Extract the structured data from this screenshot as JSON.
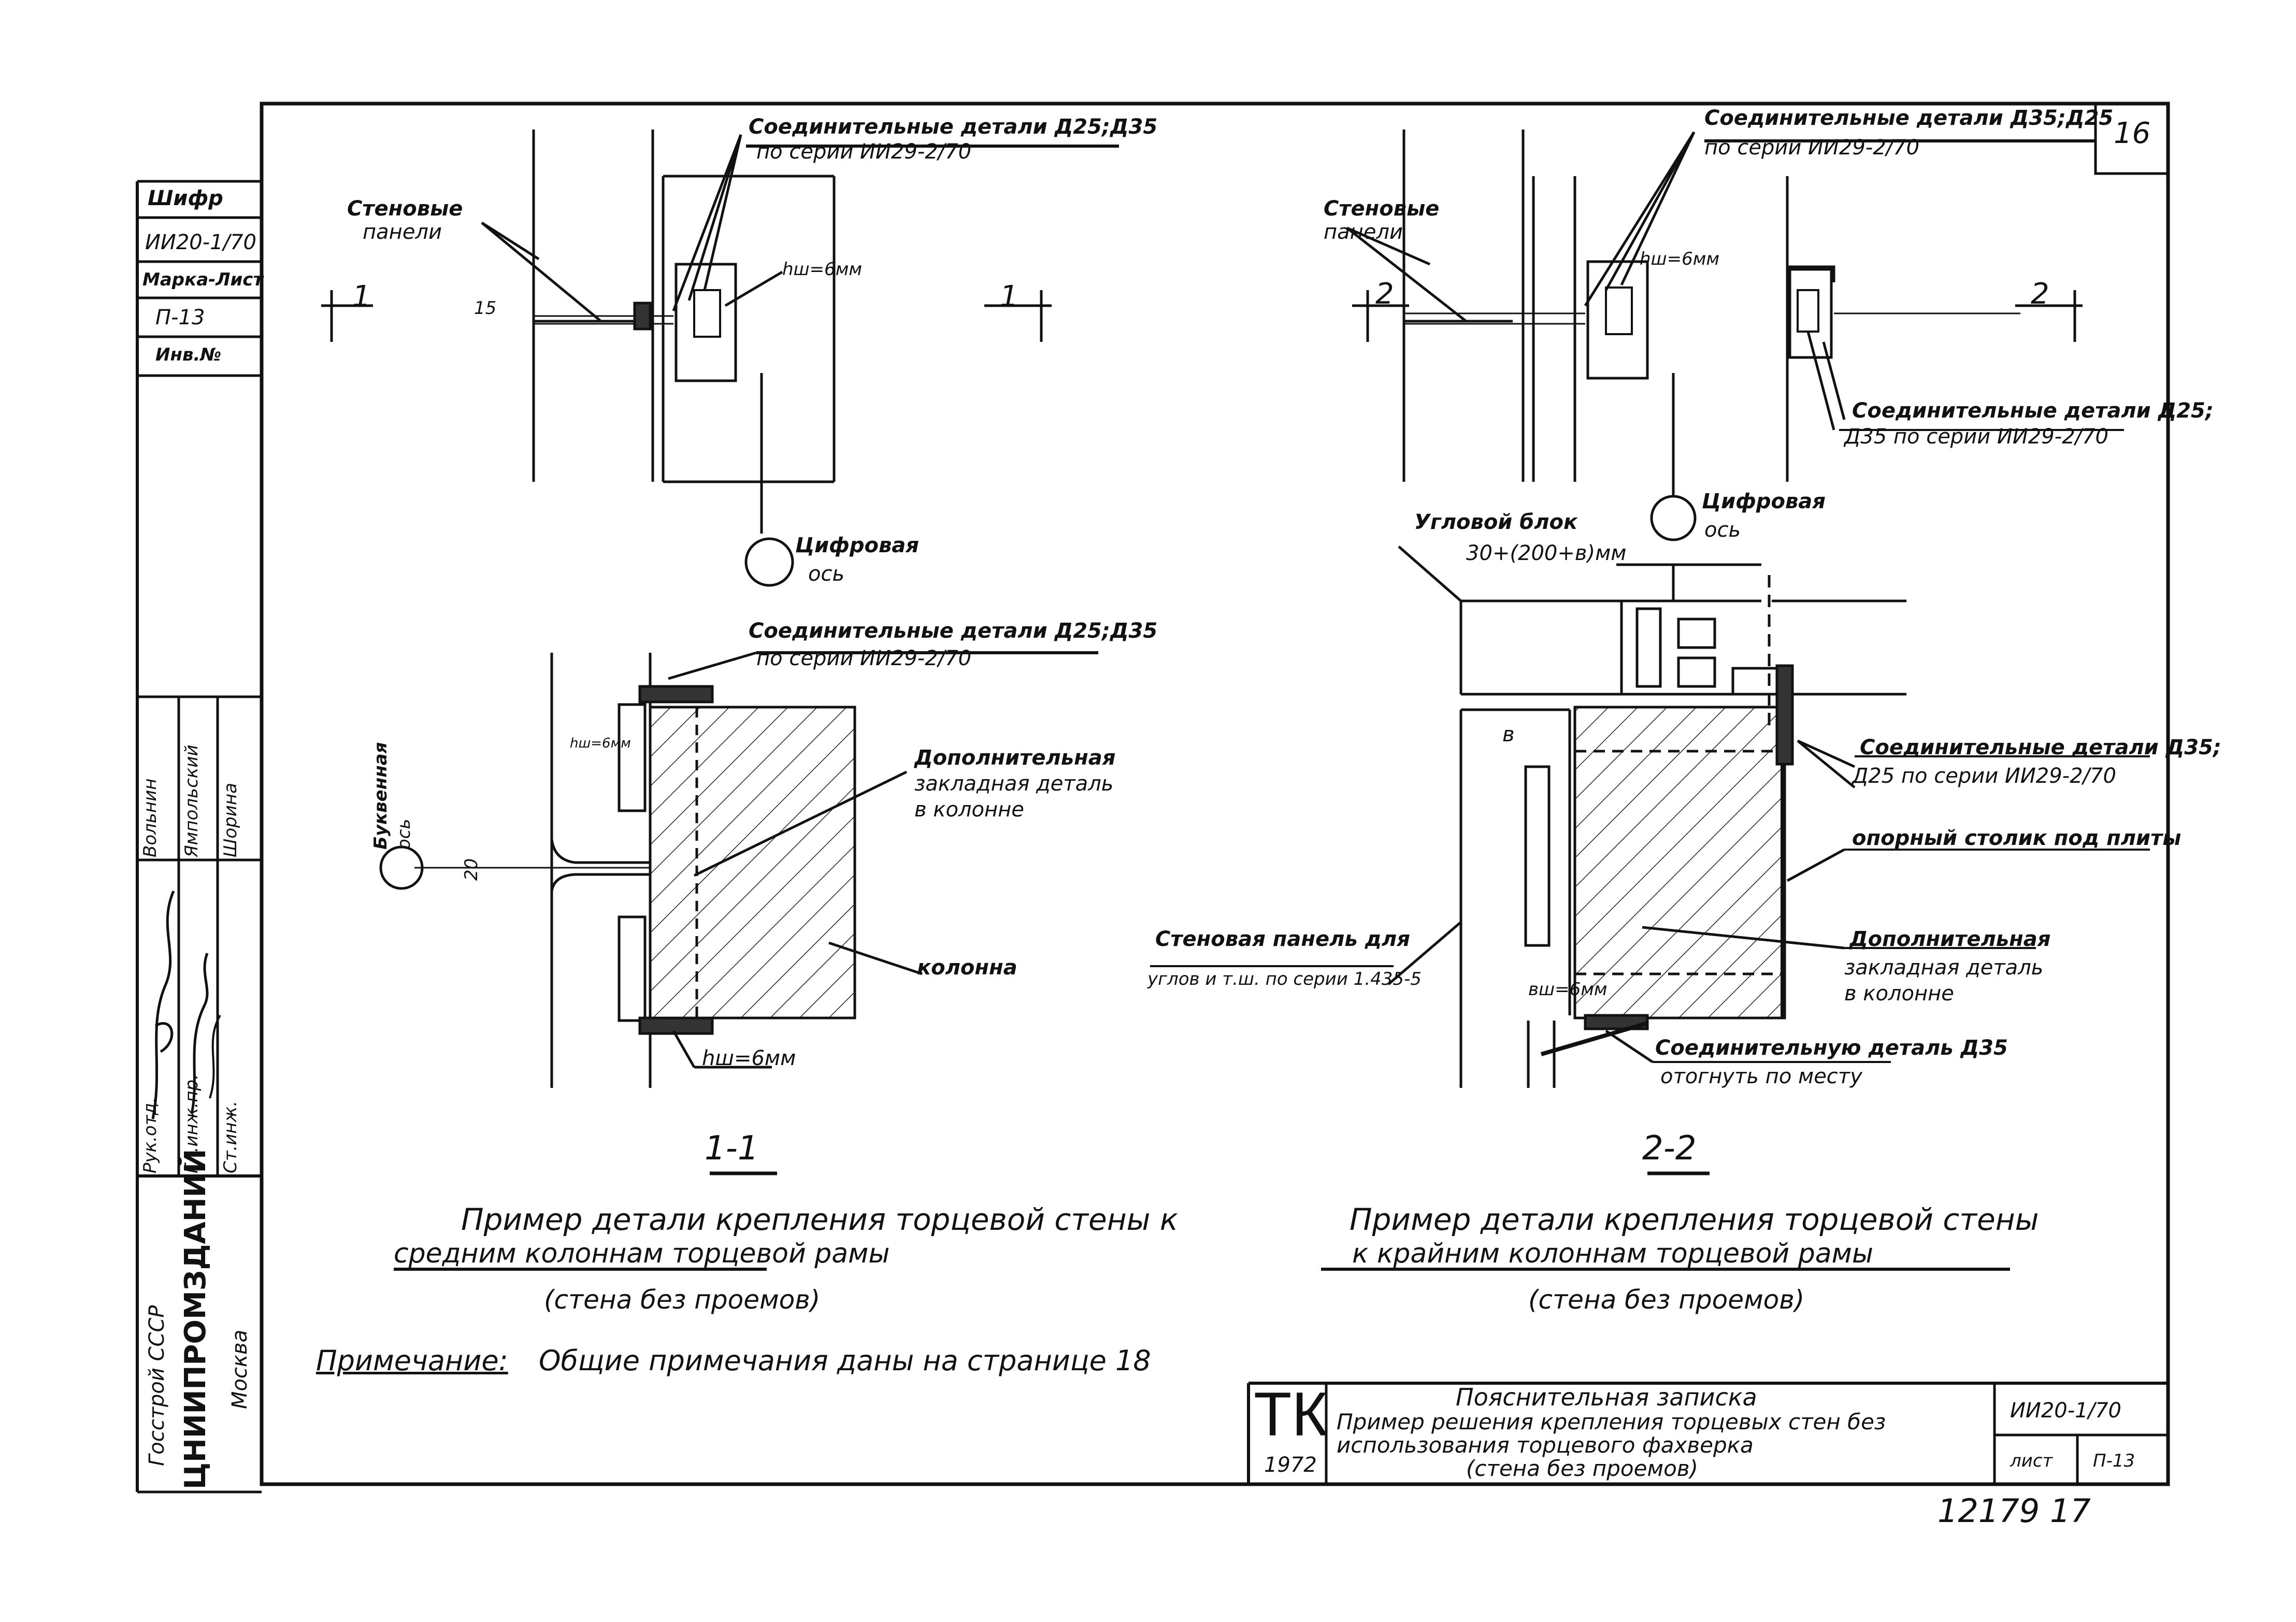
{
  "page_number": "16",
  "sidebar": {
    "shifr_label": "Шифр",
    "shifr_value": "ИИ20-1/70",
    "marka_label": "Марка-Лист",
    "marka_value": "П-13",
    "inv_label": "Инв.№",
    "roles": [
      "Рук.отд.",
      "Гл.инж.пр.",
      "Ст.инж."
    ],
    "names": [
      "Вольнин",
      "Ямпольский",
      "Шорина"
    ],
    "org_top": "Госстрой СССР",
    "org_main": "ЦНИИПРОМЗДАНИЙ",
    "org_city": "Москва"
  },
  "drawing1": {
    "connect_top_1": "Соединительные детали Д25;Д35",
    "connect_top_2": "по серии ИИ29-2/70",
    "wall_panels_1": "Стеновые",
    "wall_panels_2": "панели",
    "weld_top": "hш=6мм",
    "dim_15": "15",
    "cut_left": "1",
    "cut_right": "1",
    "axis_1": "Цифровая",
    "axis_2": "ось",
    "connect_mid_1": "Соединительные детали Д25;Д35",
    "connect_mid_2": "по серии ИИ29-2/70",
    "weld_left": "hш=6мм",
    "letter_axis_1": "Буквенная",
    "letter_axis_2": "ось",
    "dim_20": "20",
    "extra_1": "Дополнительная",
    "extra_2": "закладная деталь",
    "extra_3": "в колонне",
    "column": "колонна",
    "weld_bottom": "hш=6мм",
    "section": "1-1",
    "caption_1": "Пример детали крепления торцевой стены к",
    "caption_2": "средним колоннам торцевой рамы",
    "caption_3": "(стена без проемов)"
  },
  "drawing2": {
    "connect_top_1": "Соединительные детали Д35;Д25",
    "connect_top_2": "по серии ИИ29-2/70",
    "wall_panels_1": "Стеновые",
    "wall_panels_2": "панели",
    "weld_top": "hш=6мм",
    "cut_left": "2",
    "cut_right": "2",
    "connect_right_1": "Соединительные детали Д25;",
    "connect_right_2": "Д35 по серии ИИ29-2/70",
    "corner_block": "Угловой блок",
    "dim_corner": "30+(200+в)мм",
    "axis_1": "Цифровая",
    "axis_2": "ось",
    "dim_b": "в",
    "connect_mid_1": "Соединительные детали Д35;",
    "connect_mid_2": "Д25 по серии ИИ29-2/70",
    "support": "опорный столик под плиты",
    "panel_1": "Стеновая панель для",
    "panel_2": "углов и т.ш. по серии 1.435-5",
    "weld_bottom": "вш=6мм",
    "extra_1": "Дополнительная",
    "extra_2": "закладная деталь",
    "extra_3": "в колонне",
    "bend_1": "Соединительную деталь Д35",
    "bend_2": "отогнуть по месту",
    "section": "2-2",
    "caption_1": "Пример детали крепления торцевой стены",
    "caption_2": "к крайним колоннам торцевой рамы",
    "caption_3": "(стена без проемов)"
  },
  "note": {
    "label": "Примечание:",
    "text": "Общие примечания даны на странице 18"
  },
  "title_block": {
    "logo": "ТК",
    "year": "1972",
    "title_1": "Пояснительная записка",
    "title_2": "Пример решения крепления торцевых стен без",
    "title_3": "использования торцевого фахверка",
    "title_4": "(стена без проемов)",
    "code": "ИИ20-1/70",
    "sheet_label": "лист",
    "sheet_value": "П-13"
  },
  "archive_number": "12179 17"
}
